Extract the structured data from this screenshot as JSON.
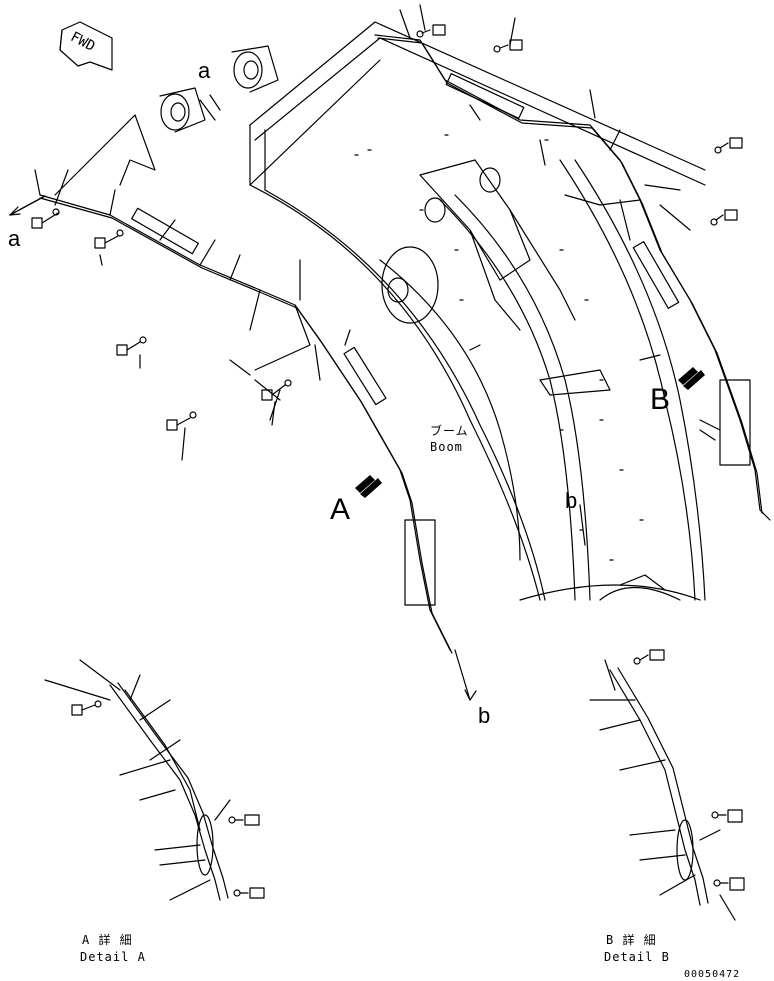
{
  "drawing": {
    "fwd_label": "FWD",
    "boom_label_jp": "ブーム",
    "boom_label_en": "Boom",
    "callout_a": "A",
    "callout_b": "B",
    "ref_a": "a",
    "ref_b": "b",
    "detail_a_jp": "A 詳 細",
    "detail_a_en": "Detail A",
    "detail_b_jp": "B 詳 細",
    "detail_b_en": "Detail B",
    "drawing_number": "00050472"
  },
  "colors": {
    "ink": "#000000",
    "paper": "#ffffff"
  }
}
